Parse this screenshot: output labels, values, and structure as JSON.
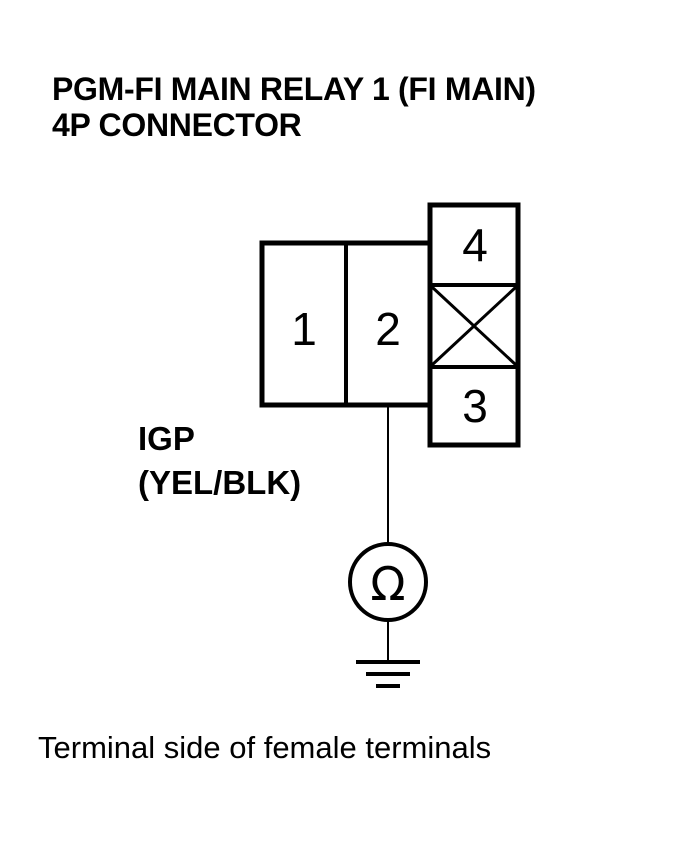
{
  "title": {
    "line1": "PGM-FI MAIN RELAY 1 (FI MAIN)",
    "line2": "4P CONNECTOR"
  },
  "connector": {
    "pins": {
      "p1": "1",
      "p2": "2",
      "p3": "3",
      "p4": "4"
    },
    "unused_cavity": "blocked-cavity-x"
  },
  "wire": {
    "name": "IGP",
    "color": "(YEL/BLK)"
  },
  "meter_symbol": "Ω",
  "caption": "Terminal side of female terminals"
}
